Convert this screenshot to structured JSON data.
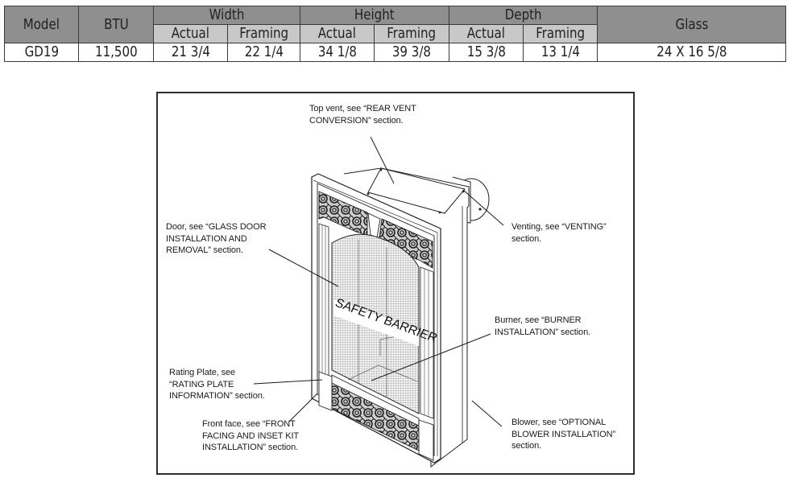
{
  "spec_table": {
    "header_top": {
      "model": "Model",
      "btu": "BTU",
      "width": "Width",
      "height": "Height",
      "depth": "Depth",
      "glass": "Glass"
    },
    "header_sub": {
      "width_actual": "Actual",
      "width_framing": "Framing",
      "height_actual": "Actual",
      "height_framing": "Framing",
      "depth_actual": "Actual",
      "depth_framing": "Framing"
    },
    "row": {
      "model": "GD19",
      "btu": "11,500",
      "width_actual": "21 3/4",
      "width_framing": "22 1/4",
      "height_actual": "34 1/8",
      "height_framing": "39 3/8",
      "depth_actual": "15 3/8",
      "depth_framing": "13 1/4",
      "glass": "24 X 16 5/8"
    }
  },
  "diagram": {
    "barrier_text": "SAFETY BARRIER",
    "callouts": {
      "top_vent": "Top vent, see “REAR VENT\nCONVERSION” section.",
      "door": "Door, see “GLASS DOOR\nINSTALLATION AND\nREMOVAL” section.",
      "venting": "Venting, see “VENTING”\nsection.",
      "burner": "Burner, see “BURNER\nINSTALLATION” section.",
      "rating_plate": "Rating Plate, see\n“RATING PLATE\nINFORMATION” section.",
      "front_face": "Front face, see “FRONT\nFACING AND INSET KIT\nINSTALLATION” section.",
      "blower": "Blower, see “OPTIONAL\nBLOWER INSTALLATION”\nsection."
    }
  }
}
